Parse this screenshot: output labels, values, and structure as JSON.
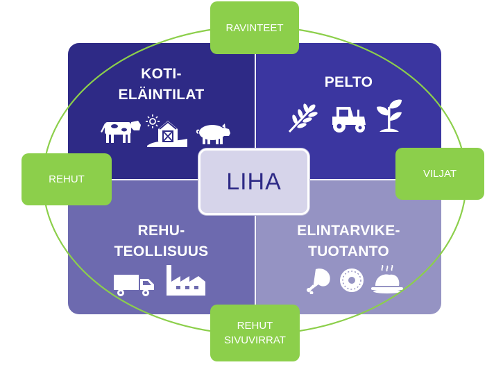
{
  "center": {
    "label": "LIHA"
  },
  "quadrants": {
    "top_left": {
      "title": [
        "KOTI-",
        "ELÄINTILAT"
      ],
      "icons": [
        "cow-icon",
        "sun-icon",
        "barn-icon",
        "pig-icon"
      ]
    },
    "top_right": {
      "title": [
        "PELTO"
      ],
      "icons": [
        "wheat-icon",
        "tractor-icon",
        "plant-sprout-icon"
      ]
    },
    "bottom_left": {
      "title": [
        "REHU-",
        "TEOLLISUUS"
      ],
      "icons": [
        "truck-icon",
        "factory-icon"
      ]
    },
    "bottom_right": {
      "title": [
        "ELINTARVIKE-",
        "TUOTANTO"
      ],
      "icons": [
        "chicken-leg-icon",
        "donut-icon",
        "roast-dish-icon"
      ]
    }
  },
  "tags": {
    "top": [
      "RAVINTEET"
    ],
    "left": [
      "REHUT"
    ],
    "right": [
      "VILJAT"
    ],
    "bottom": [
      "REHUT",
      "SIVUVIRRAT"
    ]
  },
  "colors": {
    "quadrant_top_left": "#2e2a86",
    "quadrant_top_right": "#3b36a0",
    "quadrant_bottom_left": "#6d6aaf",
    "quadrant_bottom_right": "#9593c3",
    "center_fill": "#d6d4ea",
    "tag_green": "#8ccf4b",
    "ellipse_green": "#8ccf4b"
  }
}
